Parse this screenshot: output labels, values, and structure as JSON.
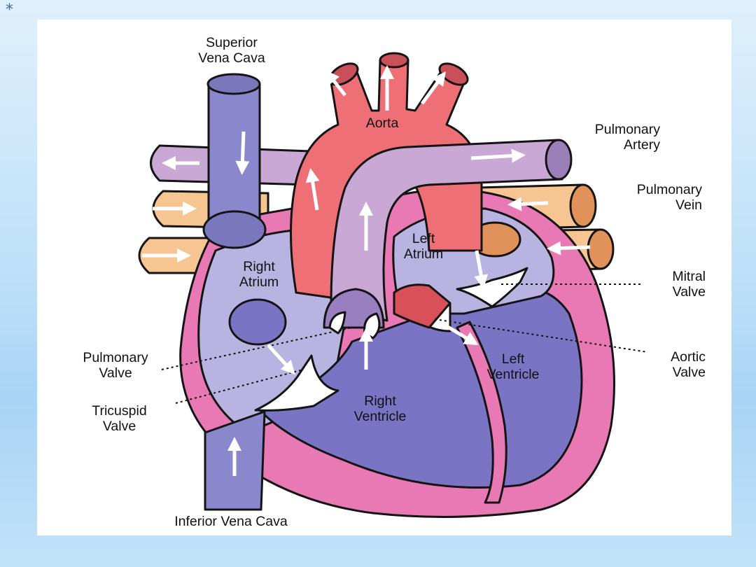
{
  "slide": {
    "bullet": "*"
  },
  "labels": {
    "superior_vena_cava": [
      "Superior",
      "Vena Cava"
    ],
    "aorta": "Aorta",
    "pulmonary_artery": [
      "Pulmonary",
      "Artery"
    ],
    "pulmonary_vein": [
      "Pulmonary",
      "Vein"
    ],
    "left_atrium": [
      "Left",
      "Atrium"
    ],
    "right_atrium": [
      "Right",
      "Atrium"
    ],
    "mitral_valve": [
      "Mitral",
      "Valve"
    ],
    "aortic_valve": [
      "Aortic",
      "Valve"
    ],
    "pulmonary_valve": [
      "Pulmonary",
      "Valve"
    ],
    "tricuspid_valve": [
      "Tricuspid",
      "Valve"
    ],
    "left_ventricle": [
      "Left",
      "Ventricle"
    ],
    "right_ventricle": [
      "Right",
      "Ventricle"
    ],
    "inferior_vena_cava": "Inferior Vena Cava"
  },
  "colors": {
    "vena_cava": "#8a87cc",
    "aorta": "#ee6f75",
    "pulmonary_artery": "#c9a8d6",
    "pulmonary_vein": "#f7c592",
    "heart_wall": "#e879b4",
    "right_atrium": "#b8b3e0",
    "ventricle": "#7b74c4",
    "arrow": "#ffffff",
    "outline": "#141414"
  }
}
